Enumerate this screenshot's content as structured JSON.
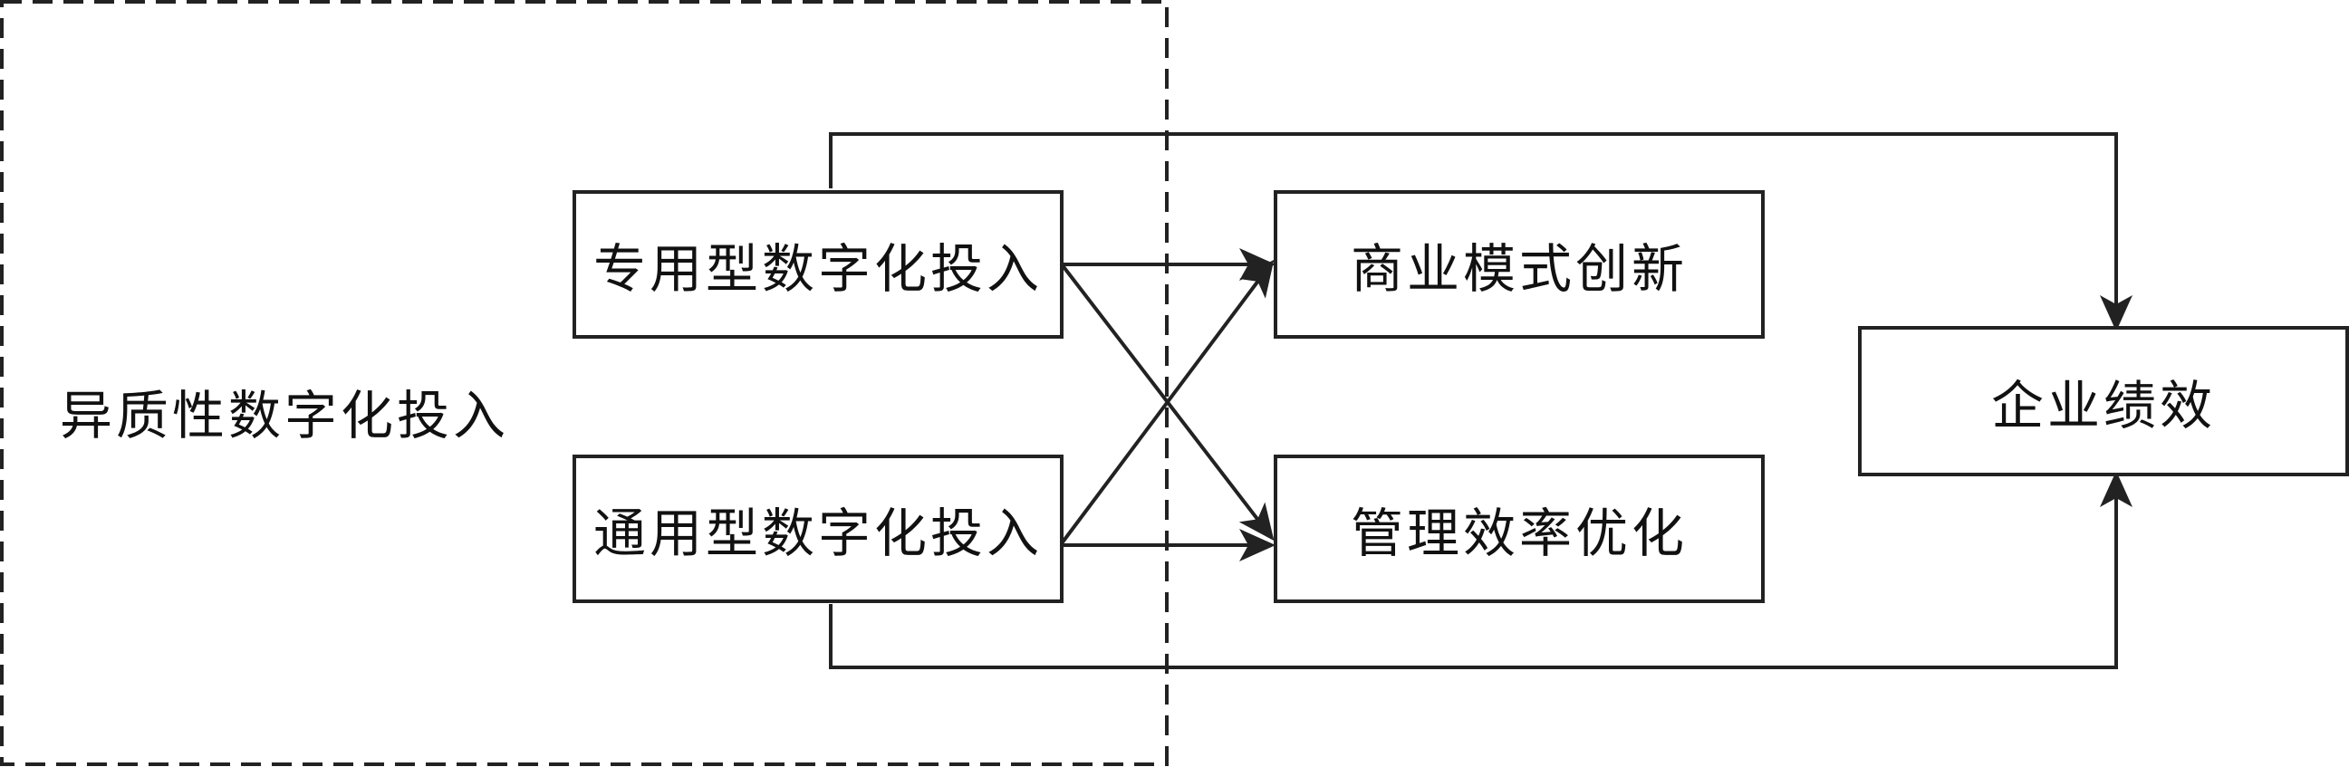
{
  "group": {
    "label": "异质性数字化投入"
  },
  "nodes": {
    "specialized_input": "专用型数字化投入",
    "general_input": "通用型数字化投入",
    "business_model_innovation": "商业模式创新",
    "management_efficiency": "管理效率优化",
    "firm_performance": "企业绩效"
  },
  "colors": {
    "stroke": "#222222",
    "text": "#111111",
    "background": "#ffffff"
  }
}
